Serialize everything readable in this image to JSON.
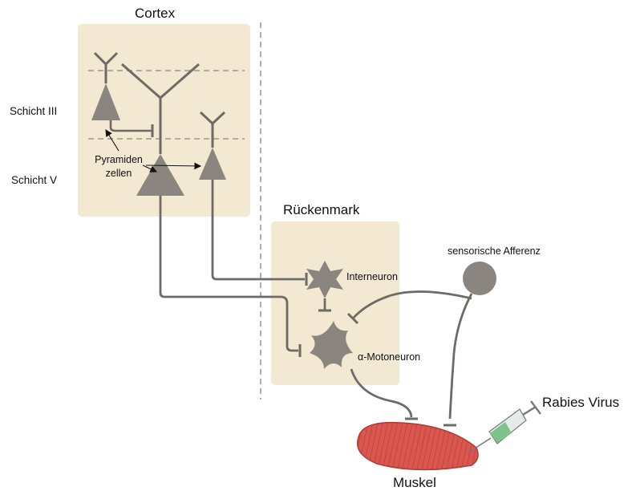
{
  "regions": {
    "cortex": "Cortex",
    "spinal_cord": "Rückenmark",
    "muscle": "Muskel"
  },
  "layers": {
    "layer3": "Schicht III",
    "layer5": "Schicht V"
  },
  "cells": {
    "pyramidal_line1": "Pyramiden",
    "pyramidal_line2": "zellen",
    "interneuron": "Interneuron",
    "motoneuron": "α-Motoneuron",
    "sensory": "sensorische Afferenz"
  },
  "tools": {
    "virus": "Rabies Virus"
  },
  "colors": {
    "panel": "#f3e8d1",
    "neuron": "#8a857e",
    "wire": "#6e6a64",
    "divider": "#999999",
    "muscle": "#d9574f",
    "syringe_fluid": "#7fc38a"
  }
}
